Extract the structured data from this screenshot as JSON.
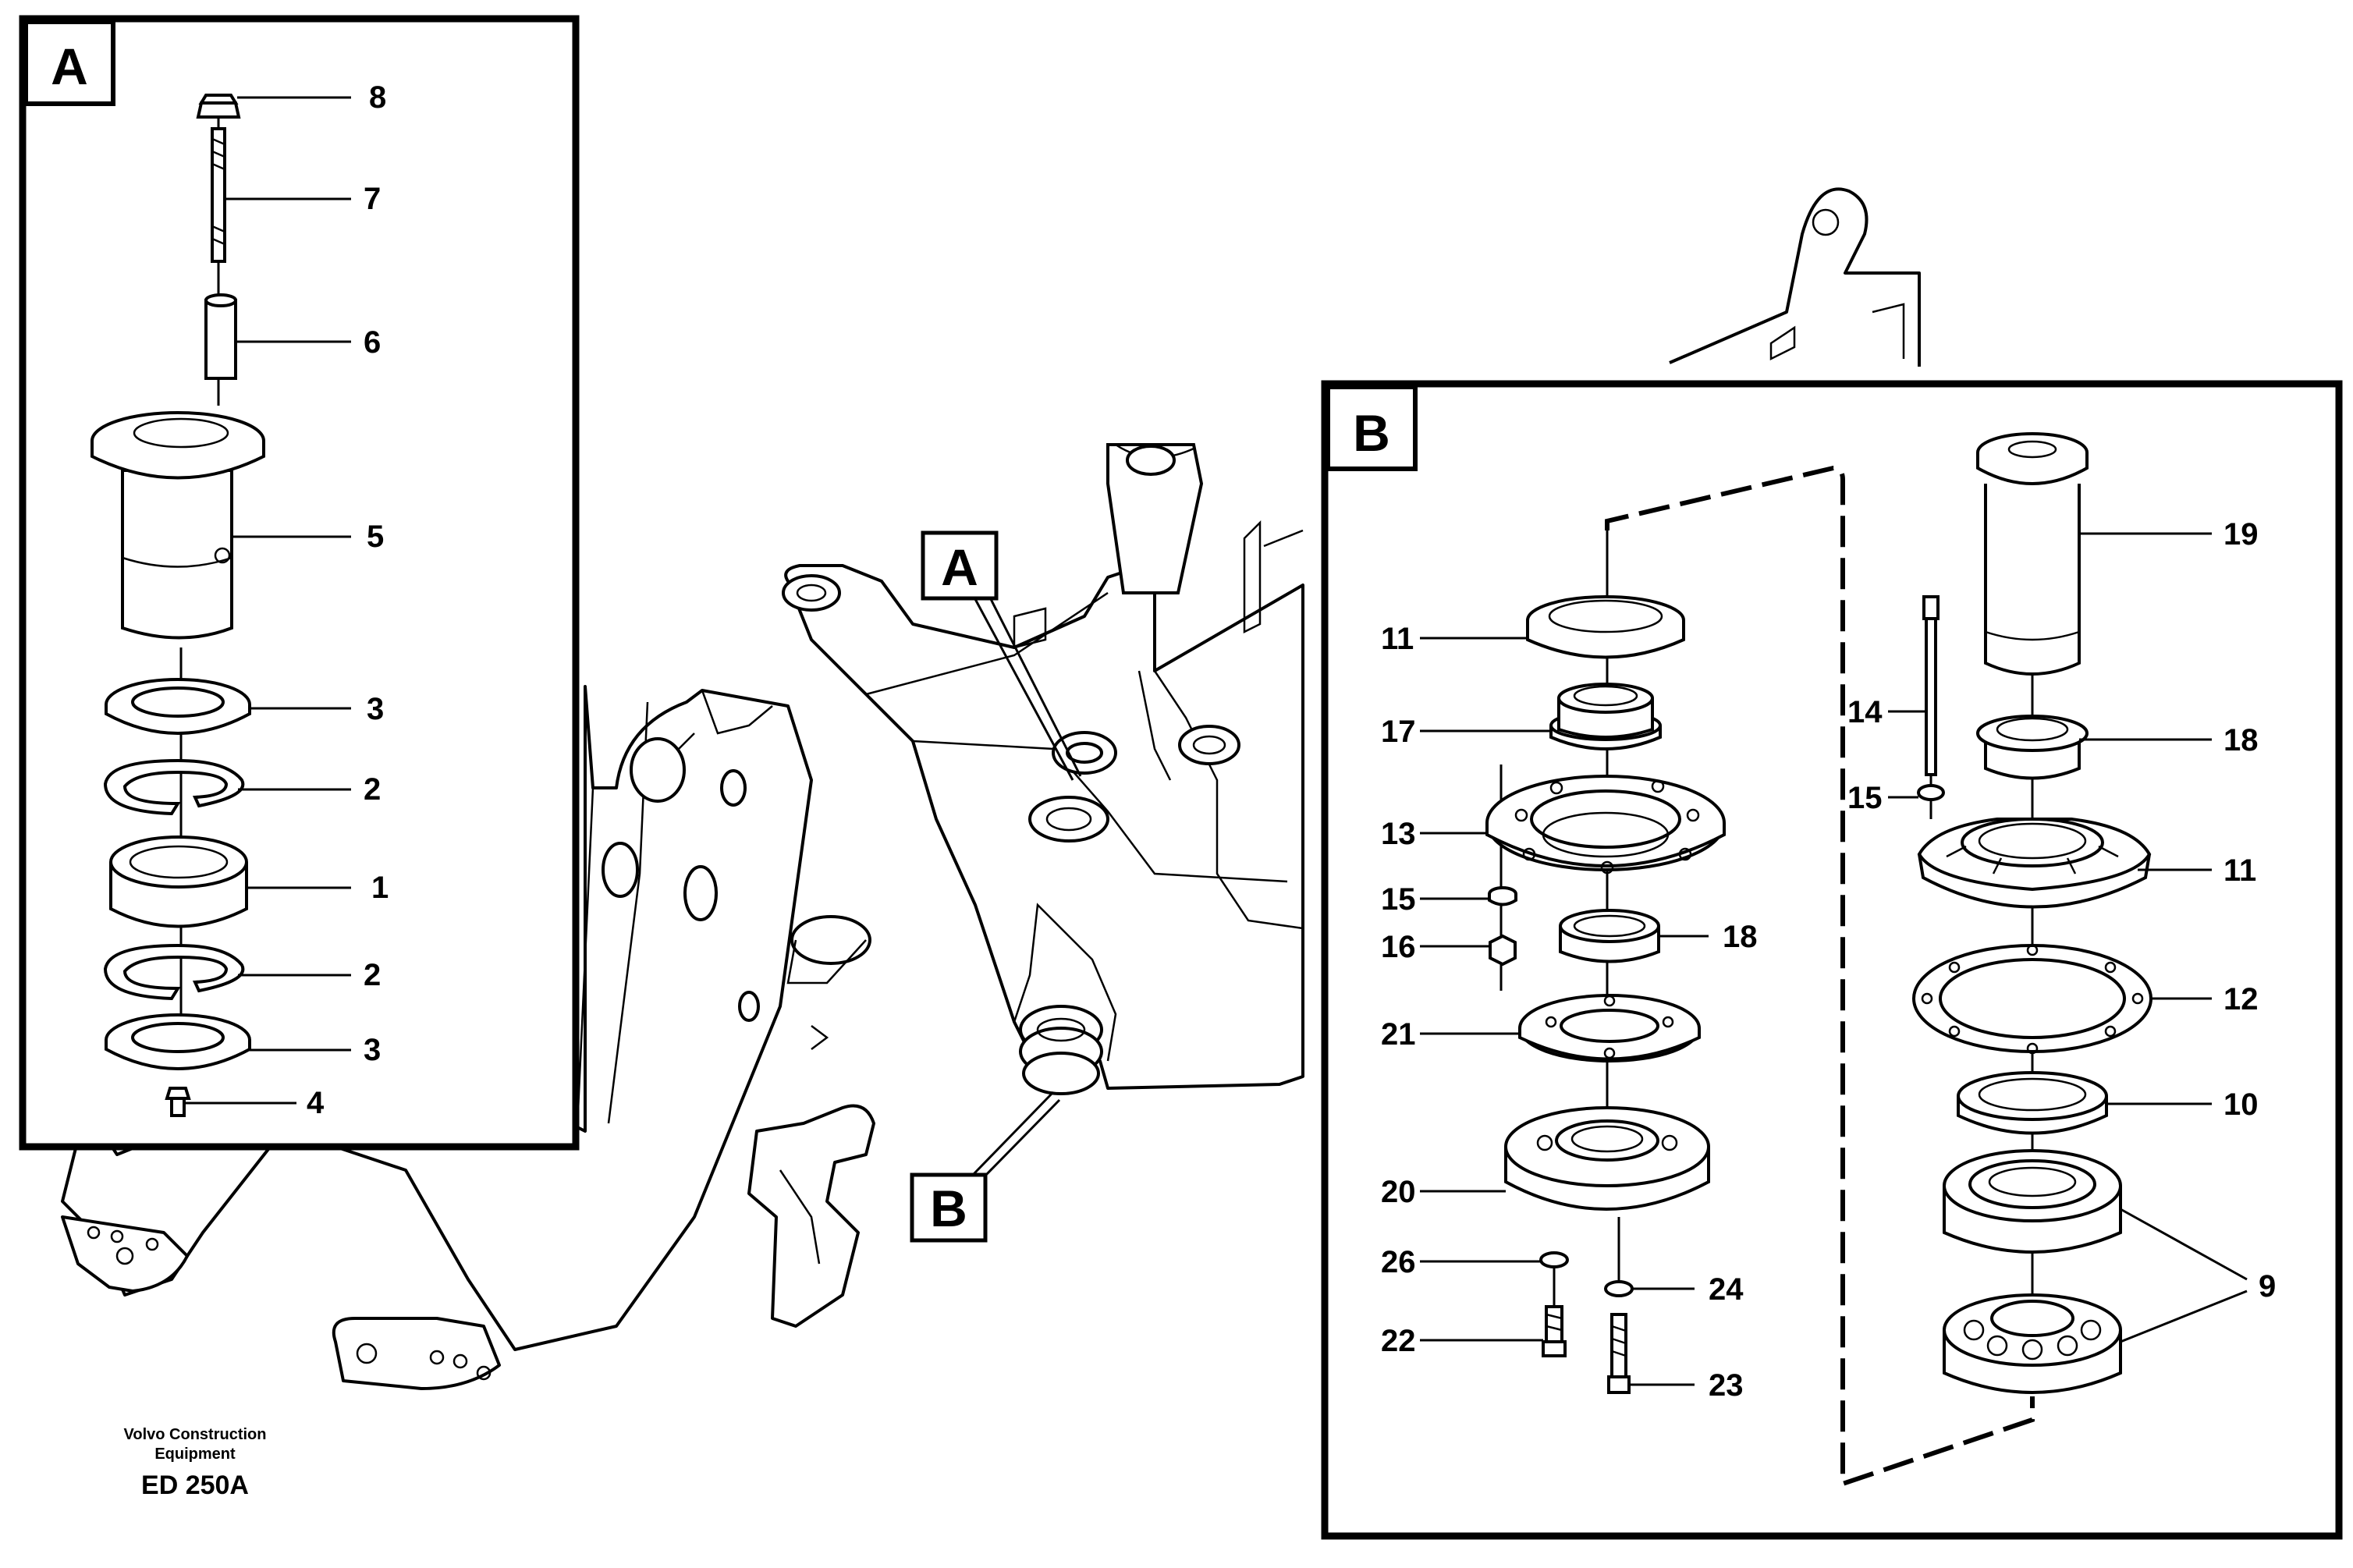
{
  "panel_a": {
    "tag": "A",
    "callouts": [
      "8",
      "7",
      "6",
      "5",
      "3",
      "2",
      "1",
      "2",
      "3",
      "4"
    ]
  },
  "panel_b": {
    "tag": "B",
    "callouts_left": [
      "11",
      "17",
      "13",
      "15",
      "16",
      "18",
      "21",
      "20",
      "26",
      "24",
      "22",
      "23"
    ],
    "callouts_right": [
      "19",
      "14",
      "18",
      "15",
      "11",
      "12",
      "10",
      "9"
    ]
  },
  "frame_tags": {
    "a": "A",
    "b": "B"
  },
  "footer": {
    "company_line1": "Volvo Construction",
    "company_line2": "Equipment",
    "code": "ED 250A"
  }
}
